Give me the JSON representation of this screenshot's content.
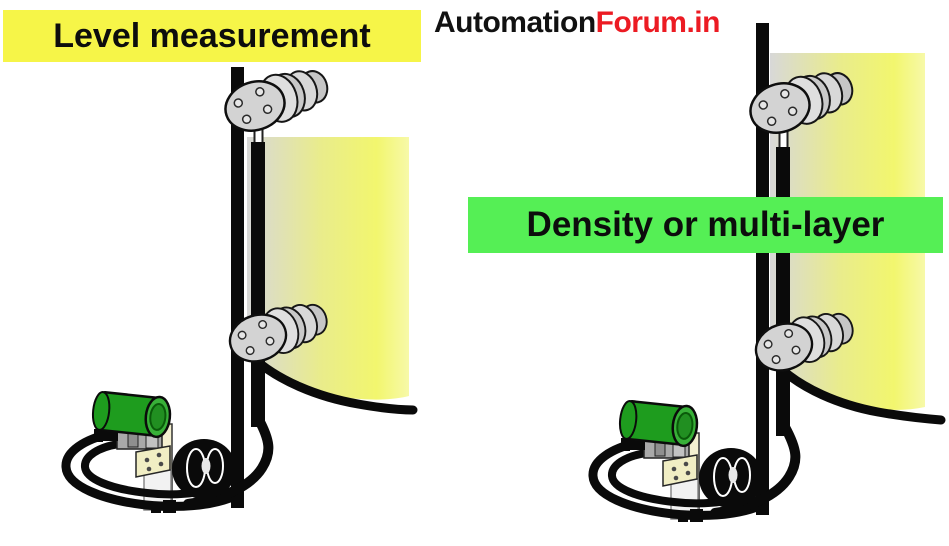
{
  "header": {
    "logo": {
      "text_black": "Automation",
      "text_red": "Forum.in"
    }
  },
  "labels": {
    "level": {
      "text": "Level measurement"
    },
    "density": {
      "text": "Density or multi-layer"
    }
  },
  "colors": {
    "label_yellow": "#F6F548",
    "label_green": "#55EF55",
    "logo_black": "#111111",
    "logo_red": "#EC1B23",
    "ink": "#0A0A0A",
    "clamp_gray": "#D3D3D3",
    "device_green": "#1E9C1E",
    "ring_green": "#38B038",
    "face_green": "#218F21",
    "bracket_cream": "#F4F0D0",
    "tank_gray": "#D8D8D8",
    "tank_mid": "#E9EC8C",
    "tank_yellow": "#F2F66E",
    "tank_pale": "#F7F9A8"
  }
}
